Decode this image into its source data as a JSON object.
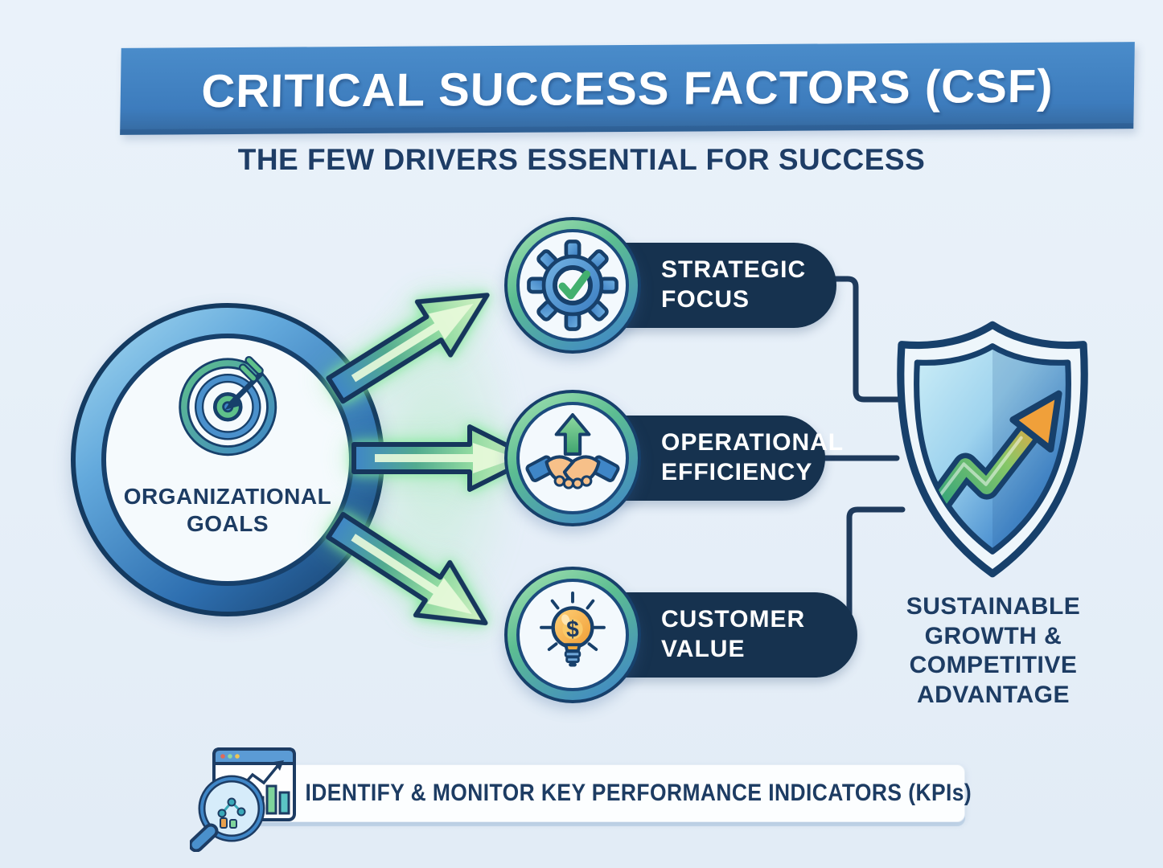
{
  "banner": {
    "title": "CRITICAL SUCCESS FACTORS (CSF)"
  },
  "subtitle": "THE FEW DRIVERS ESSENTIAL FOR SUCCESS",
  "hub": {
    "icon": "target-dart-icon",
    "lines": [
      "ORGANIZATIONAL",
      "GOALS"
    ]
  },
  "factors": [
    {
      "icon": "gear-check-icon",
      "lines": [
        "STRATEGIC",
        "FOCUS"
      ]
    },
    {
      "icon": "handshake-growth-icon",
      "lines": [
        "OPERATIONAL",
        "EFFICIENCY"
      ]
    },
    {
      "icon": "lightbulb-dollar-icon",
      "lines": [
        "CUSTOMER",
        "VALUE"
      ],
      "glyph": "$"
    }
  ],
  "outcome": {
    "icon": "shield-growth-arrow-icon",
    "lines": [
      "SUSTAINABLE",
      "GROWTH &",
      "COMPETITIVE",
      "ADVANTAGE"
    ]
  },
  "footer": {
    "icon": "kpi-magnifier-dashboard-icon",
    "text": "IDENTIFY & MONITOR KEY PERFORMANCE INDICATORS (KPIs)"
  },
  "colors": {
    "background": "#e8f0f8",
    "banner_blue": "#3d7fc1",
    "navy_text": "#1d3c63",
    "pill_navy": "#16324f",
    "arrow_green": "#8fd9a0",
    "arrow_blue": "#3f86c7",
    "shield_blue": "#4a8fd0",
    "growth_orange": "#f0a03a"
  }
}
